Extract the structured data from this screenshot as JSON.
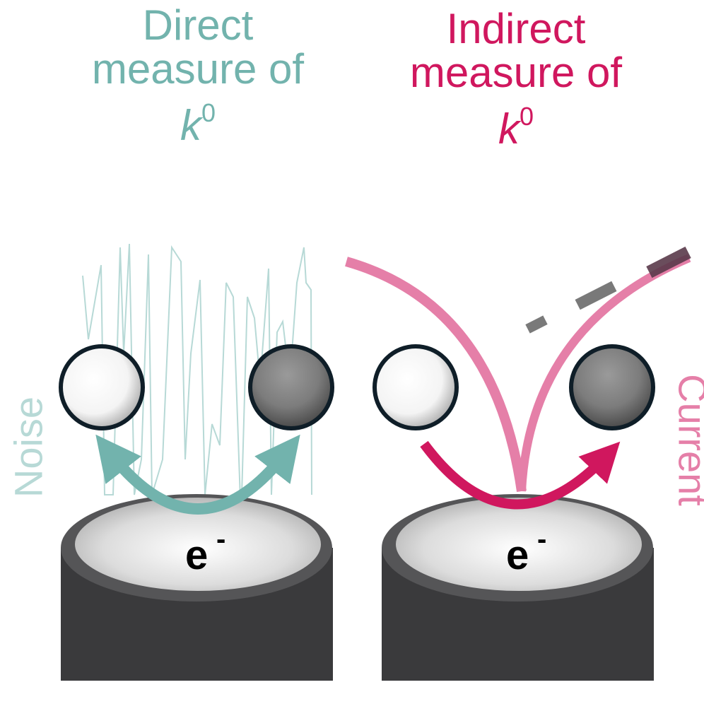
{
  "left_panel": {
    "title_line1": "Direct",
    "title_line2": "measure of",
    "title_k": "k",
    "title_sup": "0",
    "side_label": "Noise",
    "electrode_label": "e",
    "electrode_sup": "-",
    "color": "#72b3ad"
  },
  "right_panel": {
    "title_line1": "Indirect",
    "title_line2": "measure of",
    "title_k": "k",
    "title_sup": "0",
    "side_label": "Current",
    "electrode_label": "e",
    "electrode_sup": "-",
    "color": "#d0175e",
    "curve_color": "#e57fa8"
  }
}
